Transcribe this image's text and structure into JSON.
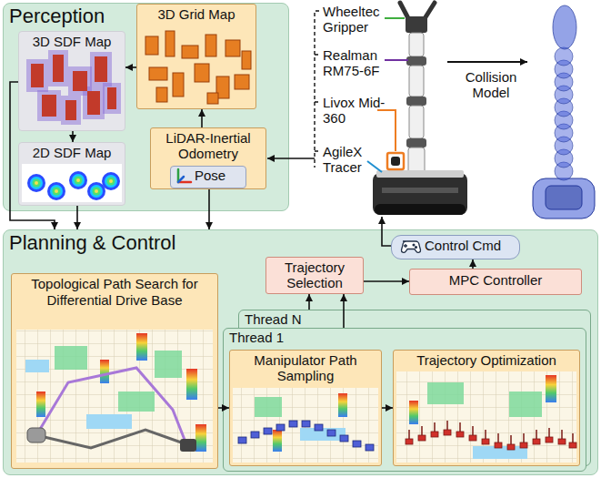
{
  "diagram": {
    "nodes": [
      {
        "text": [
          "Perception"
        ]
      },
      {
        "text": [
          "3D SDF Map"
        ],
        "in": 0
      },
      {
        "text": [
          "3D Grid Map"
        ],
        "in": 0
      },
      {
        "text": [
          "2D SDF Map"
        ],
        "in": 0
      },
      {
        "text": [
          "LiDAR-Inertial Odometry"
        ],
        "in": 0
      },
      {
        "text": [
          "Pose"
        ],
        "in": 4
      },
      {
        "text": [
          "Planning & Control"
        ]
      },
      {
        "text": [
          "Control Cmd"
        ],
        "in": 6
      },
      {
        "text": [
          "Trajectory Selection"
        ],
        "in": 6
      },
      {
        "text": [
          "MPC Controller"
        ],
        "in": 6
      },
      {
        "text": [
          "Topological Path Search for Differential Drive Base"
        ],
        "in": 6
      },
      {
        "text": [
          "Thread N"
        ],
        "in": 6
      },
      {
        "text": [
          "Thread 1"
        ],
        "in": 6
      },
      {
        "text": [
          "Manipulator Path Sampling"
        ],
        "in": 12
      },
      {
        "text": [
          "Trajectory Optimization"
        ],
        "in": 12
      }
    ],
    "edges": [
      {
        "from": 4,
        "to": 2,
        "arrow": "to"
      },
      {
        "from": 2,
        "to": 1,
        "arrow": "to"
      },
      {
        "from": 1,
        "to": 3,
        "arrow": "to"
      },
      {
        "from": 1,
        "to": 6,
        "arrow": "to"
      },
      {
        "from": 3,
        "to": 6,
        "arrow": "to"
      },
      {
        "from": 4,
        "to": 6,
        "arrow": "to"
      },
      {
        "from": 9,
        "to": 7,
        "arrow": "to"
      },
      {
        "from": 8,
        "to": 9,
        "arrow": "to"
      },
      {
        "from": 10,
        "to": 13,
        "arrow": "to"
      },
      {
        "from": 13,
        "to": 14,
        "arrow": "to"
      },
      {
        "from": 12,
        "to": 8,
        "arrow": "to"
      },
      {
        "from": 11,
        "to": 8,
        "arrow": "to"
      }
    ],
    "labels": [
      "Wheeltec Gripper",
      "Realman RM75-6F",
      "Livox Mid-360",
      "AgileX Tracer",
      "Collision Model"
    ]
  }
}
